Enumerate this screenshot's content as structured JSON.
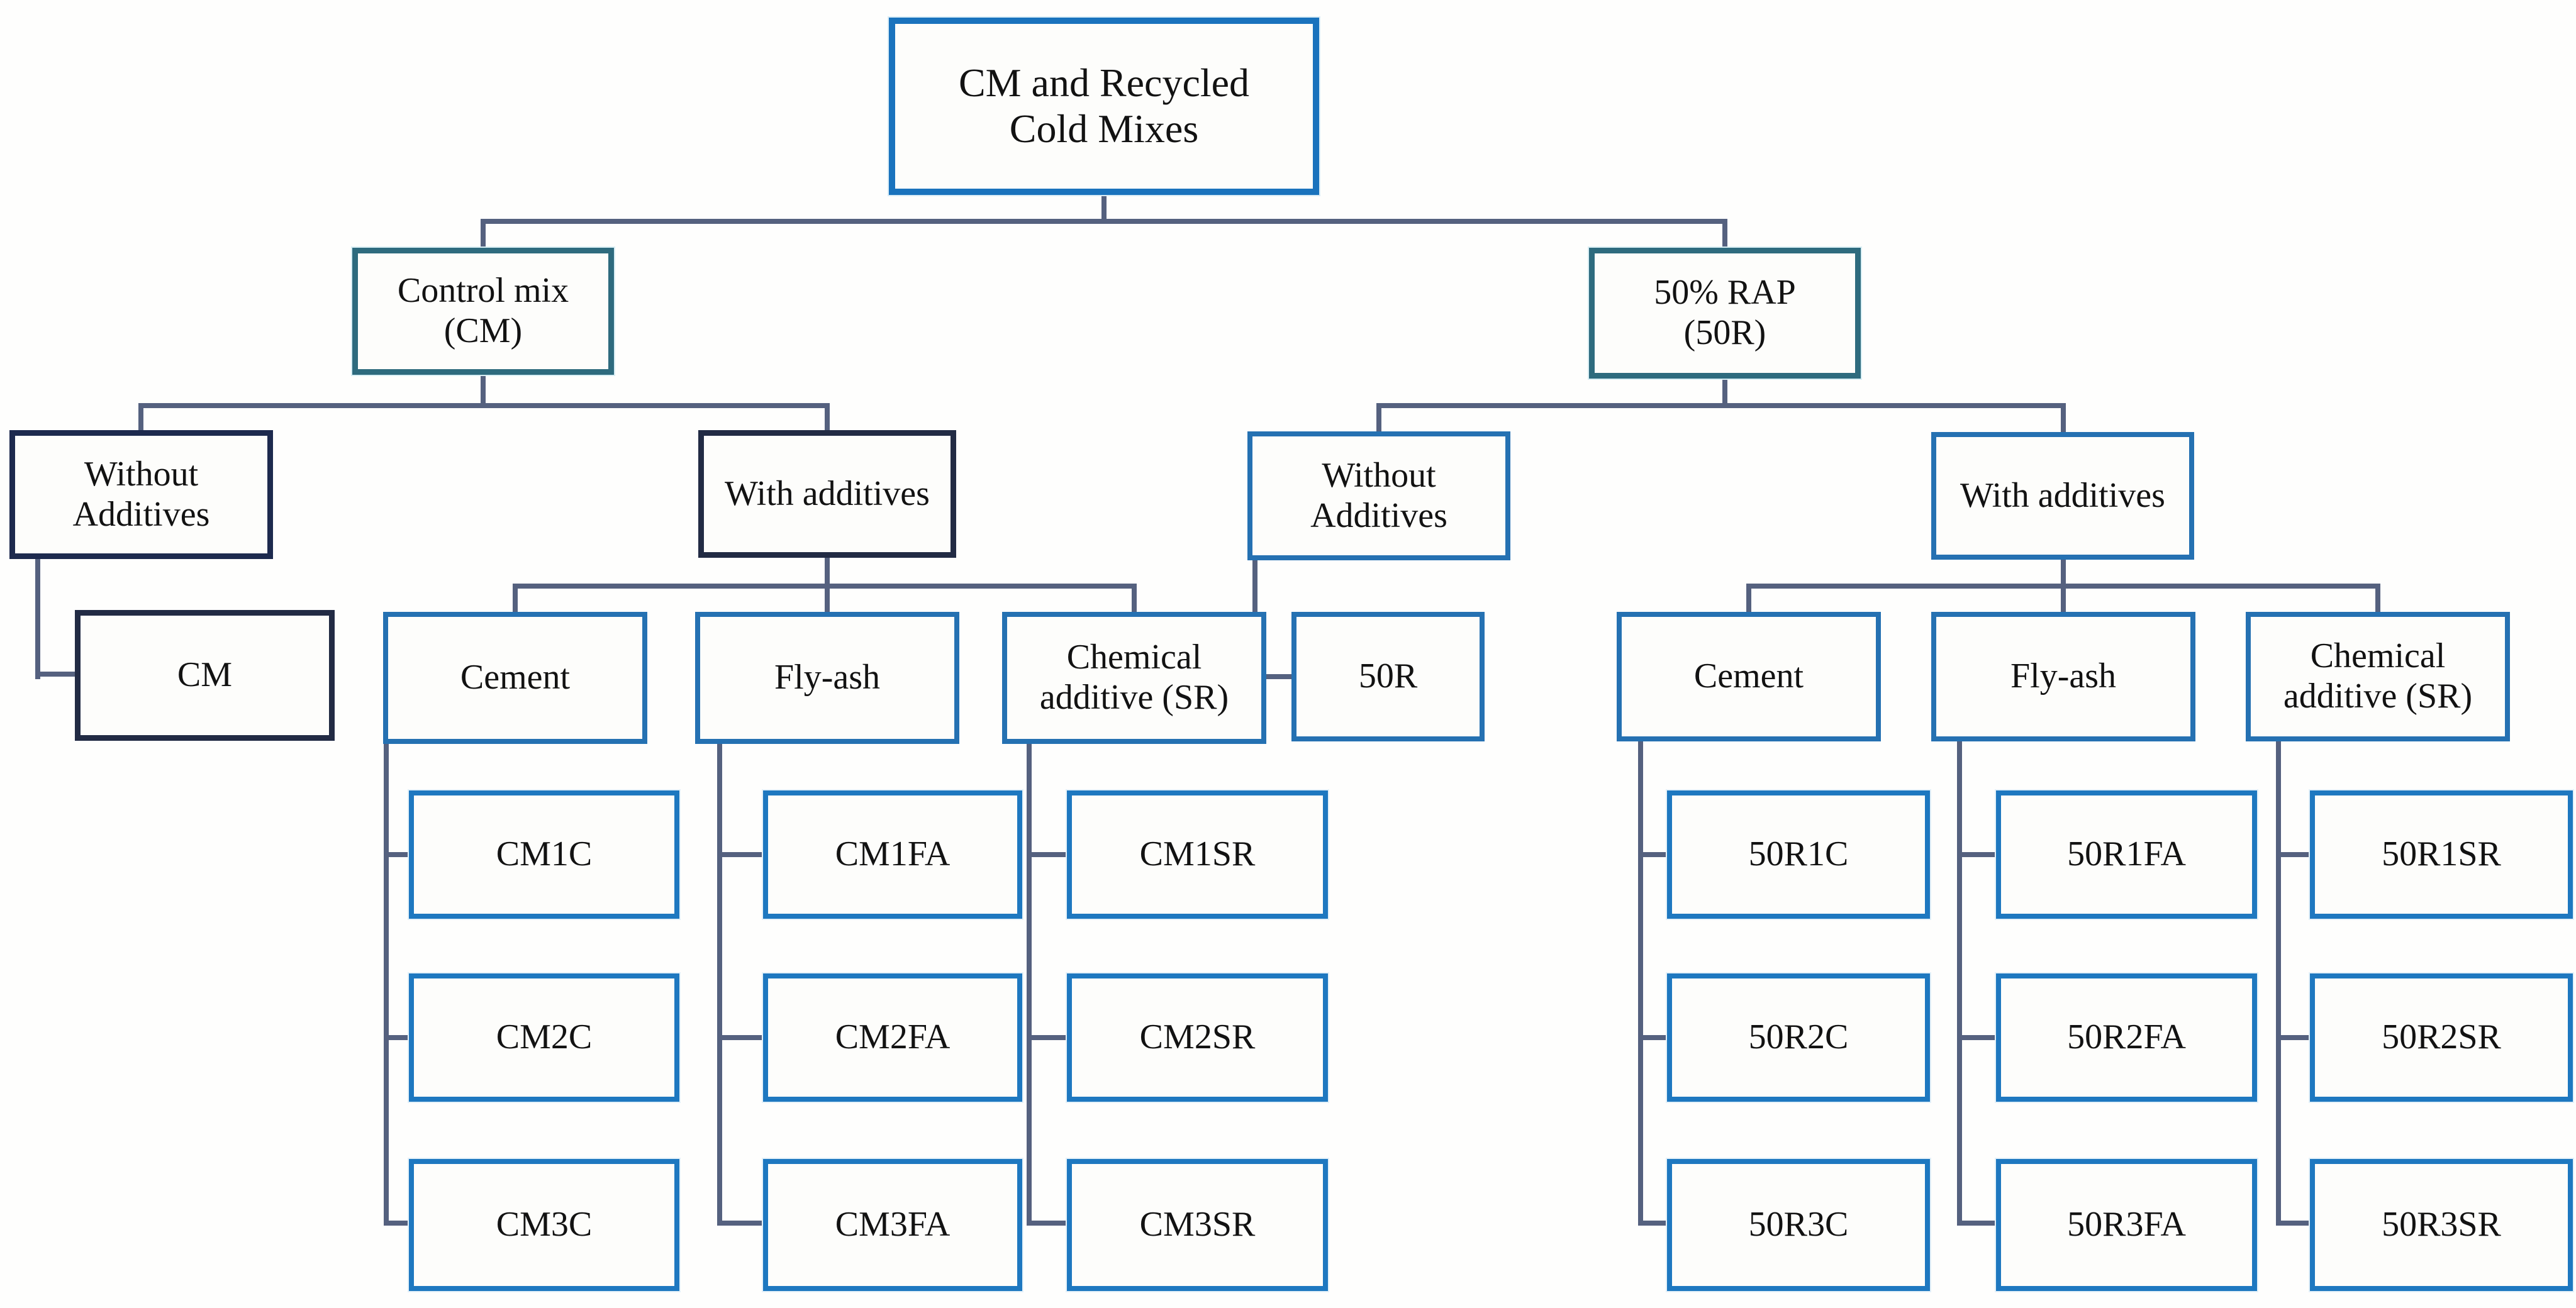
{
  "colors": {
    "root_border": "#1a73bd",
    "teal_border": "#2e6b7e",
    "navy_border": "#1d2a4e",
    "blue_border": "#2571b2",
    "leaf_border": "#1e78c0",
    "connector": "#55617f",
    "text": "#121212",
    "background": "#fefefd"
  },
  "tree": {
    "root_label": "CM and Recycled\nCold Mixes",
    "left": {
      "label": "Control mix\n(CM)",
      "without": {
        "label": "Without\nAdditives",
        "leaf": "CM"
      },
      "with": {
        "label": "With additives",
        "groups": [
          {
            "label": "Cement",
            "leaves": [
              "CM1C",
              "CM2C",
              "CM3C"
            ]
          },
          {
            "label": "Fly-ash",
            "leaves": [
              "CM1FA",
              "CM2FA",
              "CM3FA"
            ]
          },
          {
            "label": "Chemical\nadditive (SR)",
            "leaves": [
              "CM1SR",
              "CM2SR",
              "CM3SR"
            ]
          }
        ]
      }
    },
    "right": {
      "label": "50% RAP\n(50R)",
      "without": {
        "label": "Without\nAdditives",
        "leaf": "50R"
      },
      "with": {
        "label": "With additives",
        "groups": [
          {
            "label": "Cement",
            "leaves": [
              "50R1C",
              "50R2C",
              "50R3C"
            ]
          },
          {
            "label": "Fly-ash",
            "leaves": [
              "50R1FA",
              "50R2FA",
              "50R3FA"
            ]
          },
          {
            "label": "Chemical\nadditive (SR)",
            "leaves": [
              "50R1SR",
              "50R2SR",
              "50R3SR"
            ]
          }
        ]
      }
    }
  }
}
